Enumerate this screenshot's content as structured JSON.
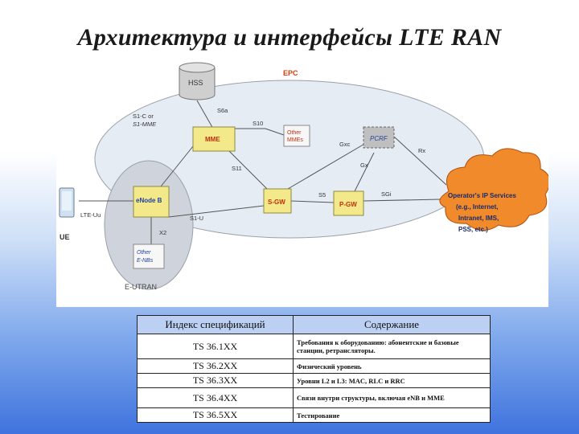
{
  "title": "Архитектура и интерфейсы LTE RAN",
  "diagram": {
    "epc_label": "EPC",
    "hss": "HSS",
    "mme": "MME",
    "other_mmes_line1": "Other",
    "other_mmes_line2": "MMEs",
    "pcrf": "PCRF",
    "enodeb": "eNode B",
    "sgw": "S-GW",
    "pgw": "P-GW",
    "other_enbs_line1": "Other",
    "other_enbs_line2": "E-NBs",
    "e_utran": "E-UTRAN",
    "ue": "UE",
    "services_line1": "Operator's IP Services",
    "services_line2": "(e.g., Internet,",
    "services_line3": "Intranet, IMS,",
    "services_line4": "PSS, etc.)",
    "if_s6a": "S6a",
    "if_s1c_line1": "S1-C or",
    "if_s1c_line2": "S1-MME",
    "if_s10": "S10",
    "if_s11": "S11",
    "if_gxc": "Gxc",
    "if_gx": "Gx",
    "if_rx": "Rx",
    "if_s5": "S5",
    "if_sgi": "SGi",
    "if_s1u": "S1-U",
    "if_x2": "X2",
    "if_lte_uu": "LTE-Uu"
  },
  "table": {
    "headers": [
      "Индекс спецификаций",
      "Содержание"
    ],
    "rows": [
      {
        "code": "TS 36.1XX",
        "desc": "Требования к оборудованию: абонентские и базовые станции, ретрансляторы."
      },
      {
        "code": "TS 36.2XX",
        "desc": "Физический уровень"
      },
      {
        "code": "TS 36.3XX",
        "desc": "Уровни L2 и L3: MAC, RLC и RRC"
      },
      {
        "code": "TS 36.4XX",
        "desc": "Связи внутри структуры, включая eNB и MME"
      },
      {
        "code": "TS 36.5XX",
        "desc": "Тестирование"
      }
    ]
  },
  "colors": {
    "node_fill": "#f3e98a",
    "node_stroke": "#8a8a40",
    "epc_fill": "#e6ecf4",
    "eutran_fill": "#cfd4dc",
    "cloud_fill": "#f08a2a",
    "table_header": "#bcd0f3"
  }
}
